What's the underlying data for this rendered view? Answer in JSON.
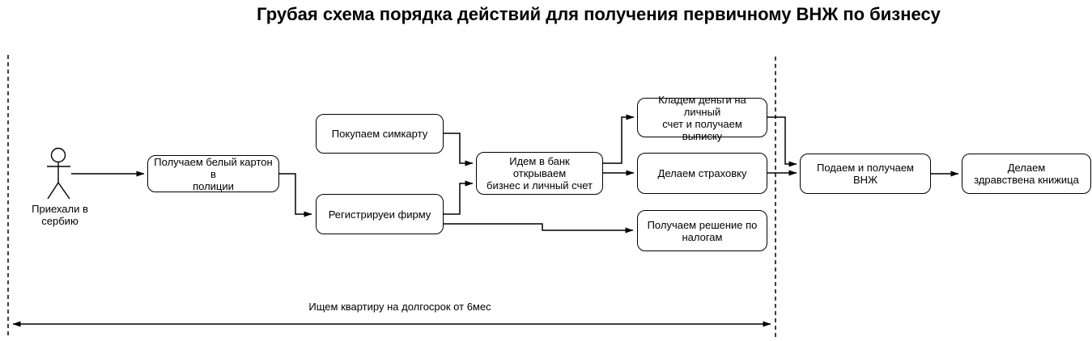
{
  "title": "Грубая схема порядка действий для получения первичному ВНЖ по бизнесу",
  "actor": {
    "label": "Приехали в сербию"
  },
  "nodes": [
    {
      "id": "white-card",
      "label": "Получаем белый картон в\nполиции"
    },
    {
      "id": "sim-card",
      "label": "Покупаем симкарту"
    },
    {
      "id": "register-company",
      "label": "Регистрируеи фирму"
    },
    {
      "id": "bank-account",
      "label": "Идем в банк\nоткрываем\nбизнес и личный счет"
    },
    {
      "id": "deposit-money",
      "label": "Кладем деньги на личный\nсчет и получаем выписку"
    },
    {
      "id": "insurance",
      "label": "Делаем страховку"
    },
    {
      "id": "tax-decision",
      "label": "Получаем решение по\nналогам"
    },
    {
      "id": "submit-vnz",
      "label": "Подаем и получаем ВНЖ"
    },
    {
      "id": "health-book",
      "label": "Делаем\nздравствена книжица"
    }
  ],
  "footer": {
    "label": "Ищем квартиру на долгосрок от 6мес"
  },
  "colors": {
    "line": "#000000",
    "background": "#ffffff",
    "box_fill": "#ffffff"
  }
}
